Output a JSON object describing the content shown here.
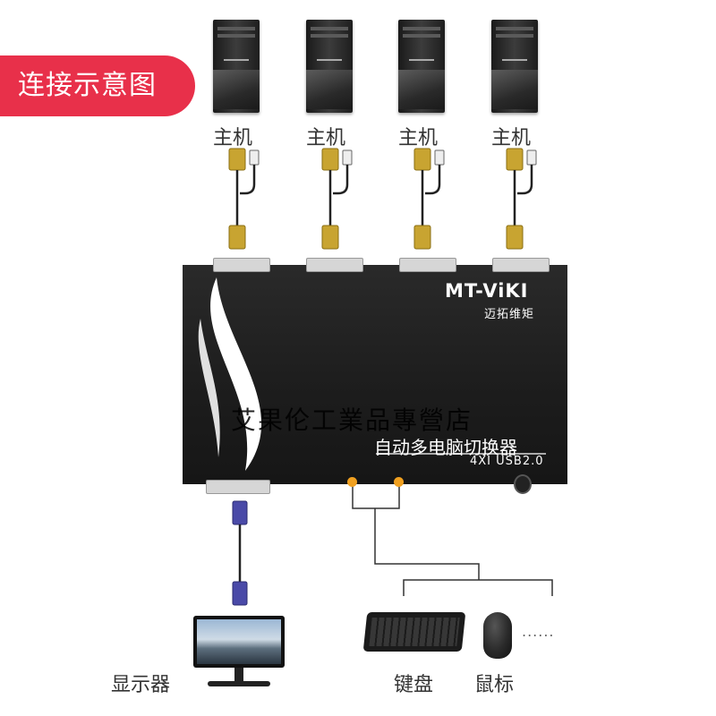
{
  "badge": {
    "label": "连接示意图"
  },
  "computers": [
    {
      "label": "主机"
    },
    {
      "label": "主机"
    },
    {
      "label": "主机"
    },
    {
      "label": "主机"
    }
  ],
  "device": {
    "brand": "MT-ViKI",
    "brand_cn": "迈拓维矩",
    "product_name": "自动多电脑切换器",
    "model": "4XI  USB2.0",
    "watermark": "艾果伦工業品專營店"
  },
  "peripherals": {
    "monitor": "显示器",
    "keyboard": "键盘",
    "mouse": "鼠标",
    "more": "......"
  },
  "colors": {
    "badge": "#e8304a",
    "device": "#1c1c1c",
    "vga_gold": "#c8a431",
    "vga_blue": "#4a4aa8",
    "indicator": "#f0a020"
  }
}
